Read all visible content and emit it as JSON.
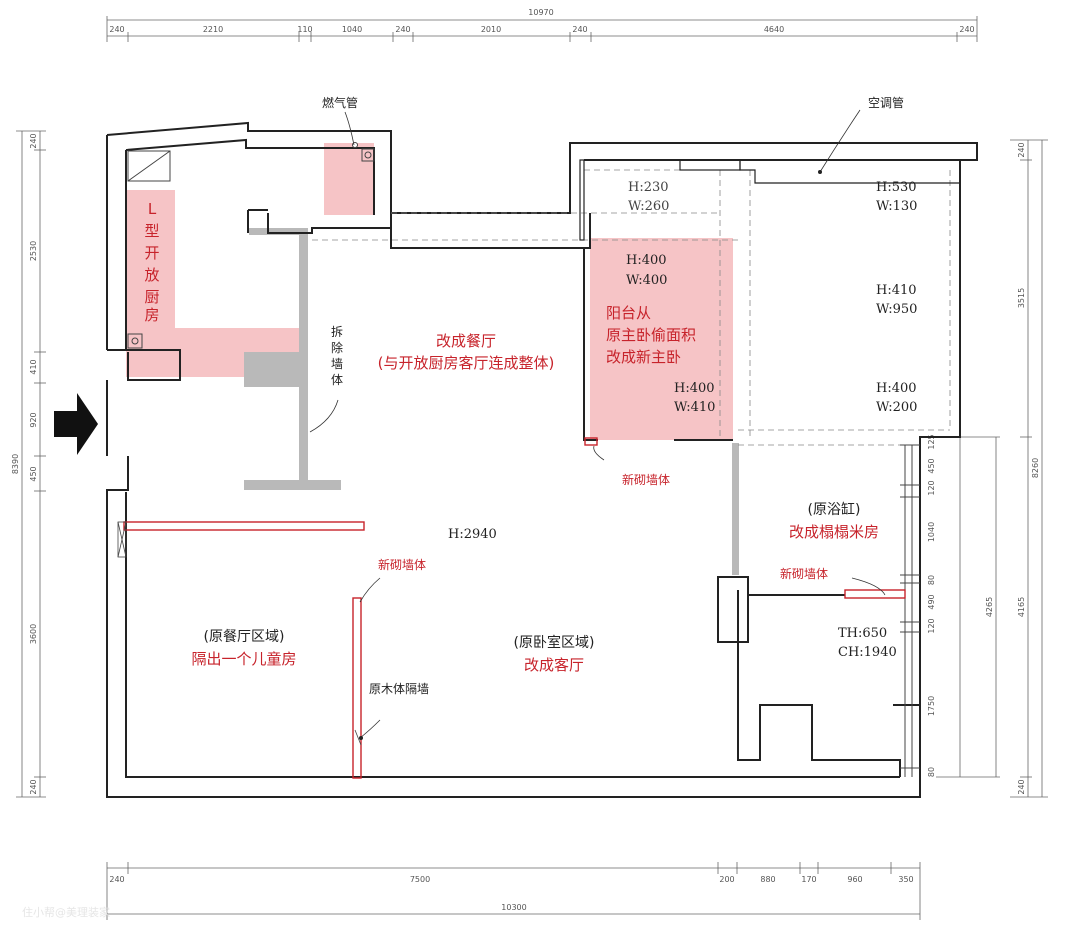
{
  "dimensions": {
    "top_overall": "10970",
    "top_segments": [
      "240",
      "2210",
      "110",
      "1040",
      "240",
      "2010",
      "240",
      "4640",
      "240"
    ],
    "bottom_overall": "10300",
    "bottom_segments": [
      "240",
      "7500",
      "200",
      "880",
      "170",
      "960",
      "350"
    ],
    "left_overall": "8390",
    "left_segments": [
      "240",
      "2530",
      "410",
      "920",
      "450",
      "3600",
      "240"
    ],
    "right_overall": "8260",
    "right_segments": [
      "240",
      "3515",
      "4265",
      "4165",
      "240"
    ],
    "right_inner_segments": [
      "125",
      "450",
      "120",
      "1040",
      "80",
      "490",
      "120",
      "1750",
      "80"
    ]
  },
  "labels": {
    "gas_pipe": "燃气管",
    "ac_pipe": "空调管",
    "kitchen": [
      "L",
      "型",
      "开",
      "放",
      "厨",
      "房"
    ],
    "demolish_wall": [
      "拆",
      "除",
      "墙",
      "体"
    ],
    "dining_title": "改成餐厅",
    "dining_sub": "(与开放厨房客厅连成整体)",
    "balcony": [
      "阳台从",
      "原主卧偷面积",
      "改成新主卧"
    ],
    "new_wall_1": "新砌墙体",
    "new_wall_2": "新砌墙体",
    "new_wall_3": "新砌墙体",
    "bathtub_orig": "(原浴缸)",
    "bathtub_new": "改成榻榻米房",
    "height_main": "H:2940",
    "dining_orig": "(原餐厅区域)",
    "dining_new": "隔出一个儿童房",
    "bedroom_orig": "(原卧室区域)",
    "bedroom_new": "改成客厅",
    "wood_partition": "原木体隔墙",
    "th": "TH:650",
    "ch": "CH:1940",
    "win1_h": "H:230",
    "win1_w": "W:260",
    "win2_h": "H:400",
    "win2_w": "W:400",
    "win3_h": "H:400",
    "win3_w": "W:410",
    "win4_h": "H:530",
    "win4_w": "W:130",
    "win5_h": "H:410",
    "win5_w": "W:950",
    "win6_h": "H:400",
    "win6_w": "W:200",
    "watermark": "住小帮@美理装家"
  },
  "colors": {
    "wall": "#222222",
    "pink": "#f6c4c6",
    "red": "#c7232b",
    "gray": "#b9b9b9"
  }
}
